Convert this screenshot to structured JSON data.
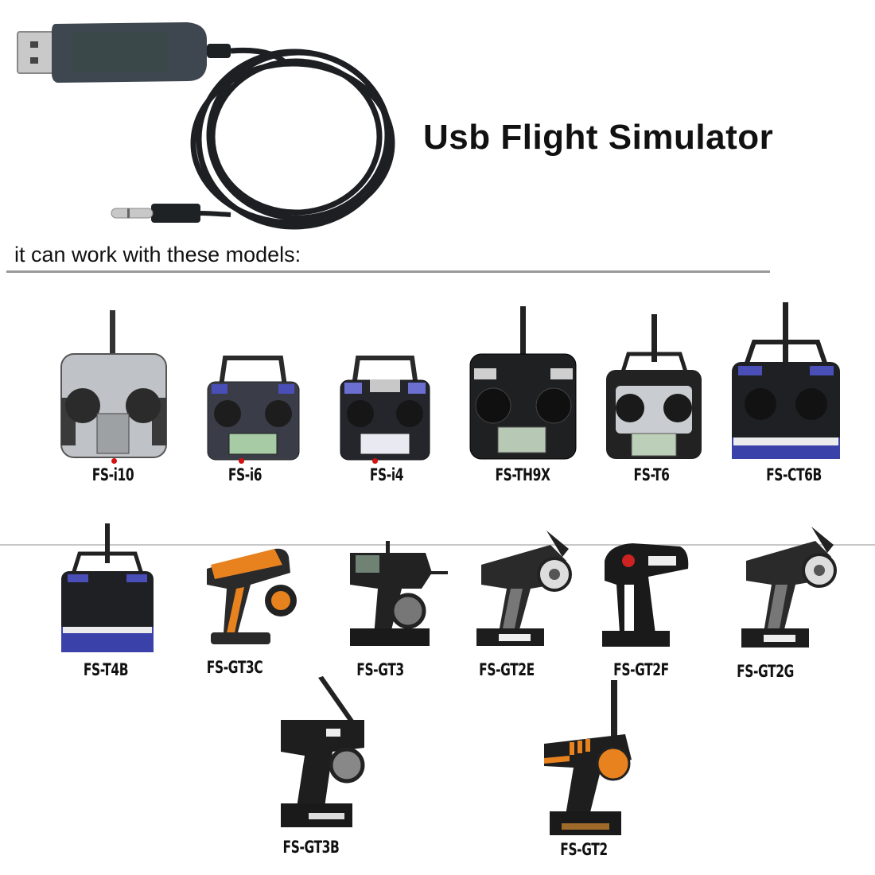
{
  "product": {
    "title": "Usb Flight Simulator",
    "subtitle": "it can work with these models:",
    "cable_icon": "usb-to-3.5mm-jack-cable"
  },
  "models": {
    "row1": [
      {
        "label": "FS-i10",
        "type": "stick-transmitter",
        "color": "silver"
      },
      {
        "label": "FS-i6",
        "type": "stick-transmitter",
        "color": "black-blue"
      },
      {
        "label": "FS-i4",
        "type": "stick-transmitter",
        "color": "black-blue"
      },
      {
        "label": "FS-TH9X",
        "type": "stick-transmitter",
        "color": "black"
      },
      {
        "label": "FS-T6",
        "type": "stick-transmitter",
        "color": "silver-black"
      },
      {
        "label": "FS-CT6B",
        "type": "stick-transmitter",
        "color": "black-blue"
      }
    ],
    "row2": [
      {
        "label": "FS-T4B",
        "type": "stick-transmitter",
        "color": "black-blue"
      },
      {
        "label": "FS-GT3C",
        "type": "pistol-transmitter",
        "color": "orange"
      },
      {
        "label": "FS-GT3",
        "type": "pistol-transmitter",
        "color": "black"
      },
      {
        "label": "FS-GT2E",
        "type": "pistol-transmitter",
        "color": "black-grey"
      },
      {
        "label": "FS-GT2F",
        "type": "pistol-transmitter",
        "color": "black"
      },
      {
        "label": "FS-GT2G",
        "type": "pistol-transmitter",
        "color": "black-grey"
      }
    ],
    "row3": [
      {
        "label": "FS-GT3B",
        "type": "pistol-transmitter",
        "color": "black"
      },
      {
        "label": "FS-GT2",
        "type": "pistol-transmitter",
        "color": "black-orange"
      }
    ]
  },
  "labels": {
    "fs_i10_prefix": "FS-",
    "fs_i10_i": "i",
    "fs_i10_suffix": "10",
    "fs_i6_prefix": "FS-",
    "fs_i6_i": "i",
    "fs_i6_suffix": "6",
    "fs_i4_prefix": "FS-",
    "fs_i4_i": "i",
    "fs_i4_suffix": "4"
  },
  "colors": {
    "text": "#111111",
    "accent_dot": "#d41010",
    "rule": "#9a9a9a",
    "orange": "#e8821e",
    "blue_trim": "#4a4fb8"
  }
}
